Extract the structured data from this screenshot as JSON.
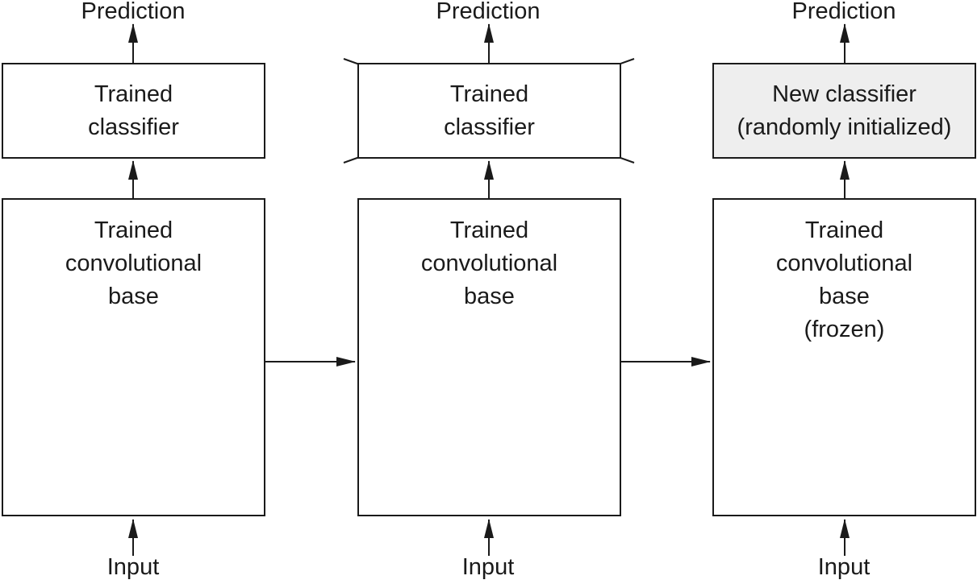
{
  "panels": [
    {
      "prediction": "Prediction",
      "input": "Input",
      "classifier_lines": [
        "Trained",
        "classifier"
      ],
      "base_lines": [
        "Trained",
        "convolutional",
        "base"
      ],
      "classifier_state": "trained"
    },
    {
      "prediction": "Prediction",
      "input": "Input",
      "classifier_lines": [
        "Trained",
        "classifier"
      ],
      "base_lines": [
        "Trained",
        "convolutional",
        "base"
      ],
      "classifier_state": "discarded"
    },
    {
      "prediction": "Prediction",
      "input": "Input",
      "classifier_lines": [
        "New classifier",
        "(randomly initialized)"
      ],
      "base_lines": [
        "Trained",
        "convolutional",
        "base",
        "(frozen)"
      ],
      "classifier_state": "new"
    }
  ],
  "colors": {
    "stroke": "#1a1a1a",
    "new_classifier_fill": "#eeeeee",
    "background": "#ffffff"
  }
}
